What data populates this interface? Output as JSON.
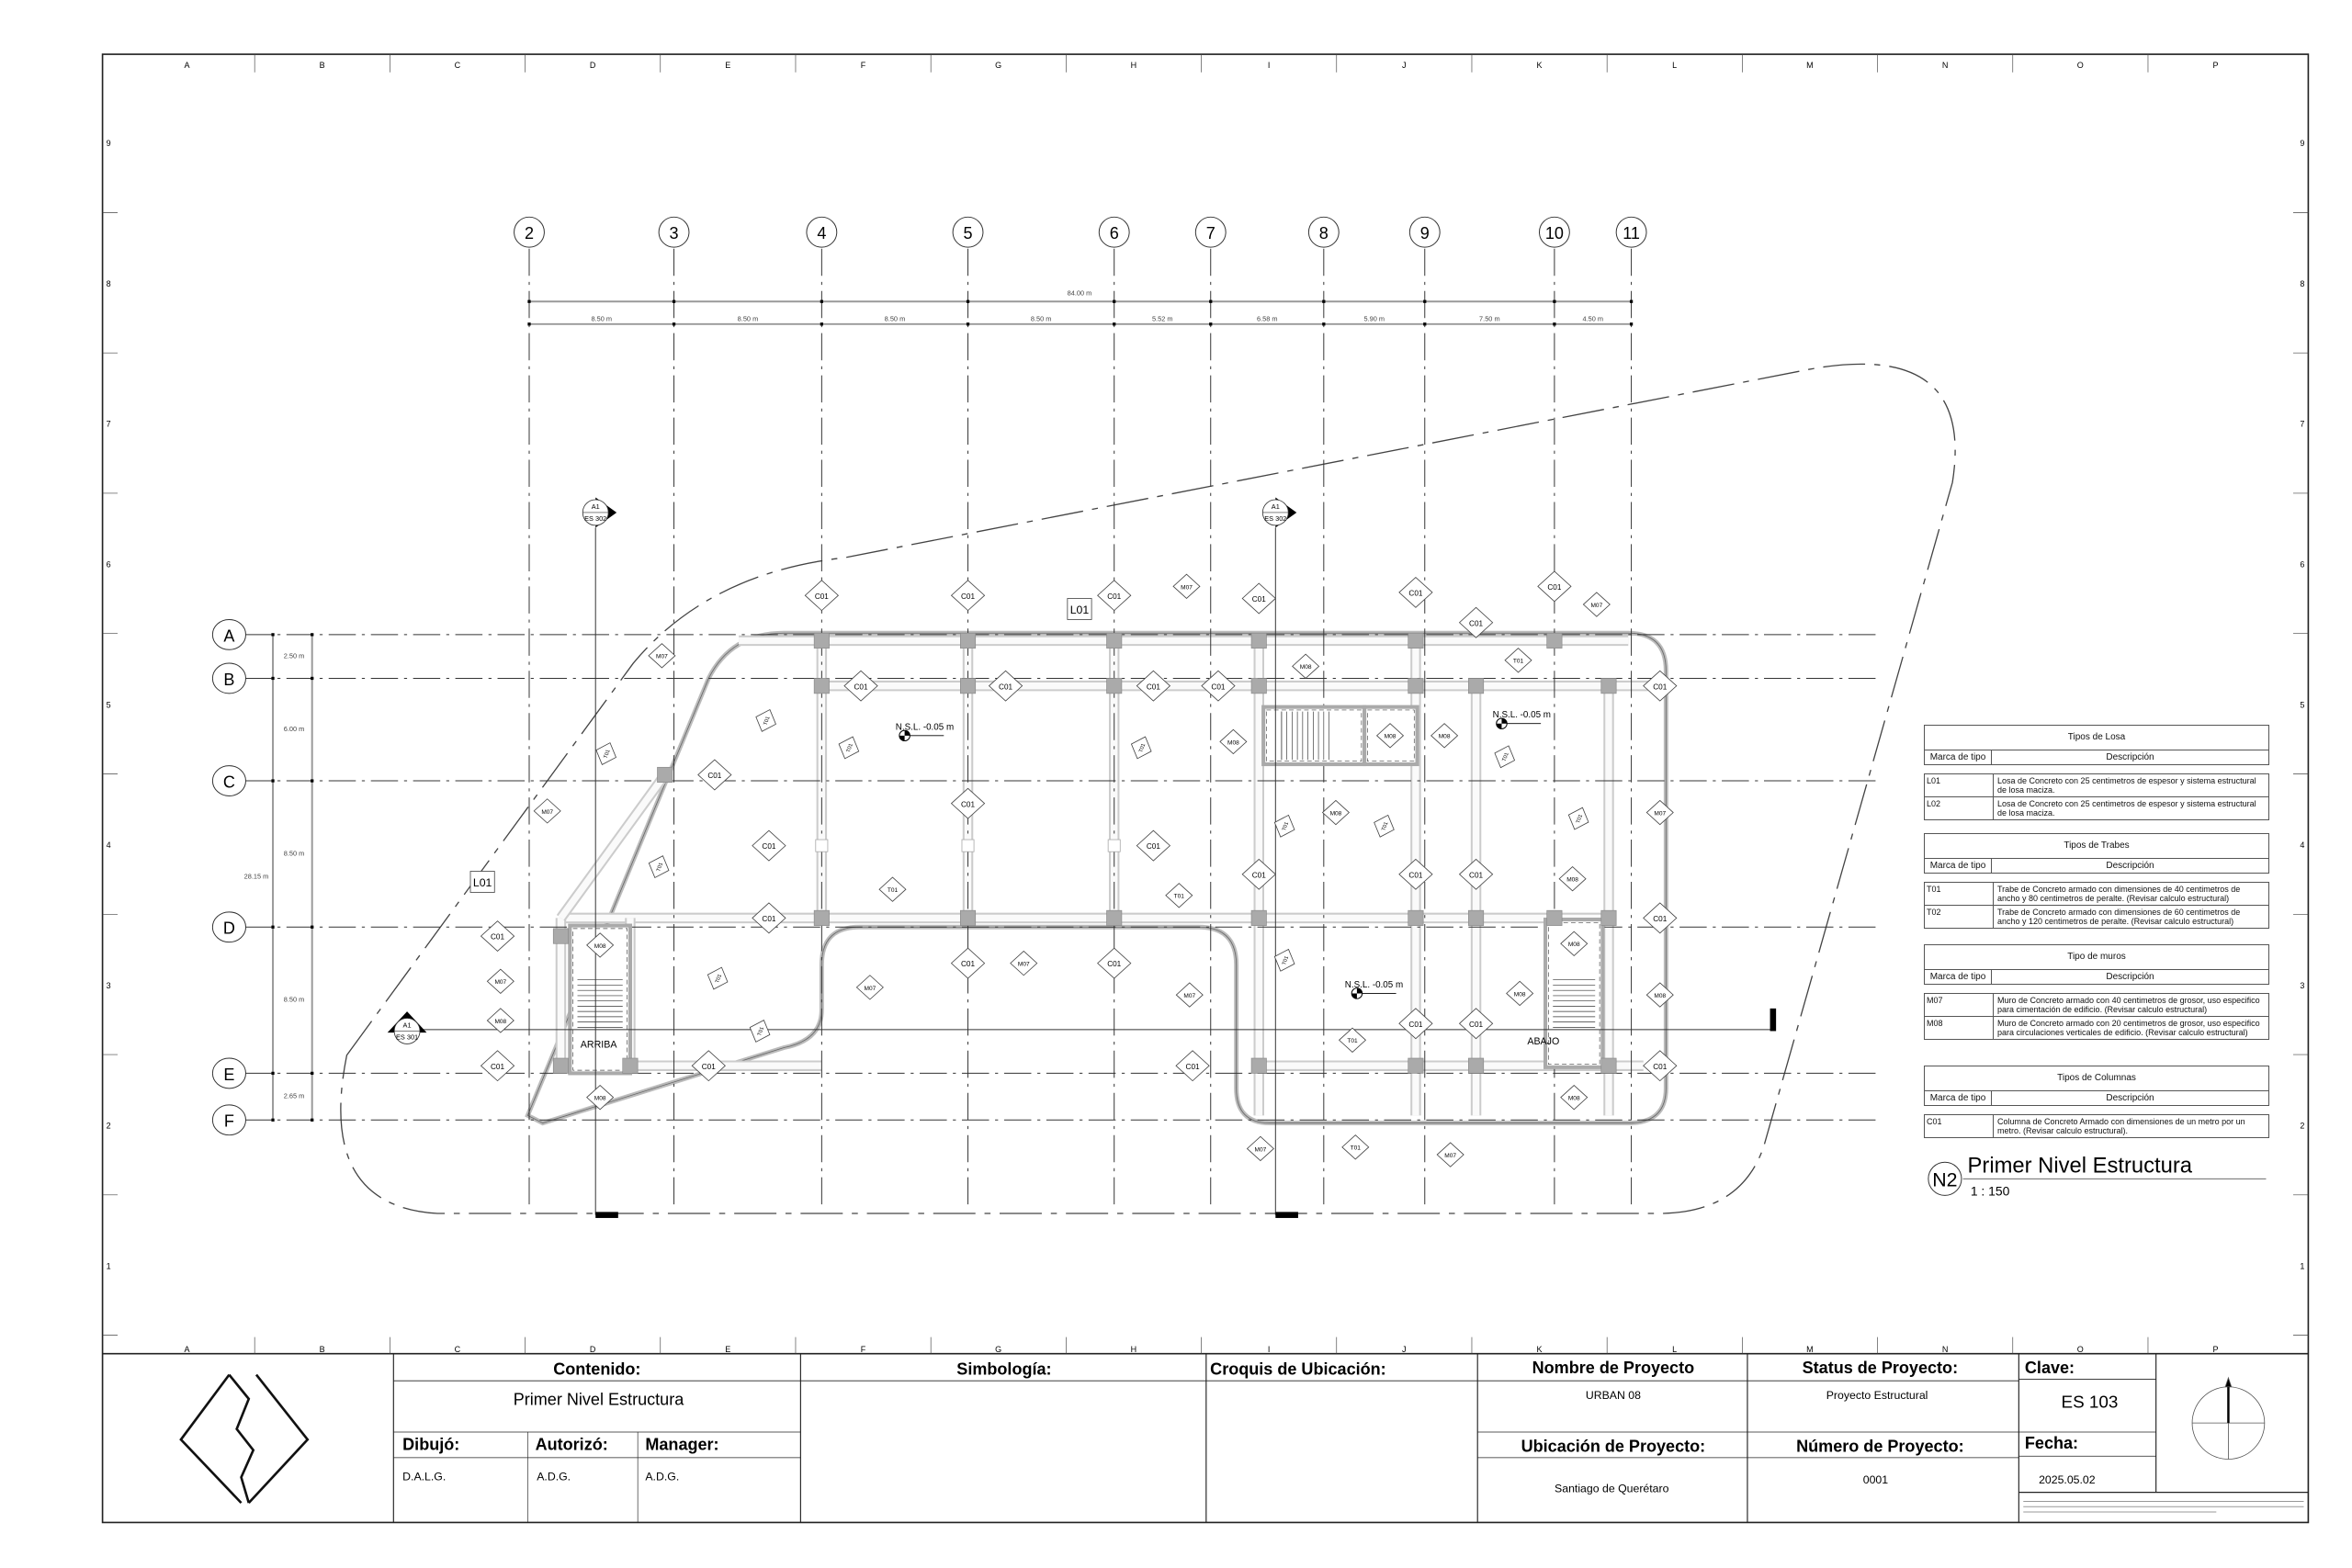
{
  "sheet": {
    "column_letters": [
      "A",
      "B",
      "C",
      "D",
      "E",
      "F",
      "G",
      "H",
      "I",
      "J",
      "K",
      "L",
      "M",
      "N",
      "O",
      "P"
    ],
    "row_numbers": [
      "9",
      "8",
      "7",
      "6",
      "5",
      "4",
      "3",
      "2",
      "1"
    ]
  },
  "grid": {
    "columns": [
      "2",
      "3",
      "4",
      "5",
      "6",
      "7",
      "8",
      "9",
      "10",
      "11"
    ],
    "rows": [
      "A",
      "B",
      "C",
      "D",
      "E",
      "F"
    ],
    "total_width": "84.00 m",
    "column_spacings": [
      "8.50 m",
      "8.50 m",
      "8.50 m",
      "8.50 m",
      "5.52 m",
      "6.58 m",
      "5.90 m",
      "7.50 m",
      "4.50 m"
    ],
    "total_depth": "28.15 m",
    "row_spacings": [
      "2.50 m",
      "6.00 m",
      "8.50 m",
      "8.50 m",
      "2.65 m"
    ]
  },
  "plan": {
    "tags": {
      "column": "C01",
      "wall_foundation": "M07",
      "wall_core": "M08",
      "beam": "T01",
      "slab": "L01"
    },
    "level_label": "N.S.L. -0.05 m",
    "stair_up": "ARRIBA",
    "stair_down": "ABAJO",
    "sections": [
      {
        "id": "A1",
        "sheet": "ES 302"
      },
      {
        "id": "A1",
        "sheet": "ES 302"
      },
      {
        "id": "A1",
        "sheet": "ES 301"
      }
    ]
  },
  "legend": [
    {
      "title": "Tipos de Losa",
      "col_mark": "Marca de tipo",
      "col_desc": "Descripción",
      "rows": [
        {
          "mark": "L01",
          "desc": "Losa de Concreto con 25 centimetros de espesor y sistema estructural de losa maciza."
        },
        {
          "mark": "L02",
          "desc": "Losa de Concreto con 25 centimetros de espesor y sistema estructural de losa maciza."
        }
      ]
    },
    {
      "title": "Tipos de Trabes",
      "col_mark": "Marca de tipo",
      "col_desc": "Descripción",
      "rows": [
        {
          "mark": "T01",
          "desc": "Trabe de Concreto armado con dimensiones de 40 centimetros de ancho y 80 centimetros de peralte. (Revisar calculo estructural)"
        },
        {
          "mark": "T02",
          "desc": "Trabe de Concreto armado con dimensiones de 60 centimetros de ancho y 120 centimetros de peralte. (Revisar calculo estructural)"
        }
      ]
    },
    {
      "title": "Tipo de muros",
      "col_mark": "Marca de tipo",
      "col_desc": "Descripción",
      "rows": [
        {
          "mark": "M07",
          "desc": "Muro de Concreto armado con 40 centimetros de grosor, uso especifico para cimentación de edificio. (Revisar calculo estructural)"
        },
        {
          "mark": "M08",
          "desc": "Muro de Concreto armado con 20 centimetros de grosor, uso especifico para circulaciones verticales de edificio. (Revisar calculo estructural)"
        }
      ]
    },
    {
      "title": "Tipos de Columnas",
      "col_mark": "Marca de tipo",
      "col_desc": "Descripción",
      "rows": [
        {
          "mark": "C01",
          "desc": "Columna de Concreto Armado con dimensiones de un metro por un metro. (Revisar calculo estructural)."
        }
      ]
    }
  ],
  "view": {
    "number": "N2",
    "title": "Primer Nivel Estructura",
    "scale": "1 : 150"
  },
  "title_block": {
    "contenido_label": "Contenido:",
    "contenido_value": "Primer Nivel Estructura",
    "dibujo_label": "Dibujó:",
    "dibujo_value": "D.A.L.G.",
    "autorizo_label": "Autorizó:",
    "autorizo_value": "A.D.G.",
    "manager_label": "Manager:",
    "manager_value": "A.D.G.",
    "simbologia_label": "Simbología:",
    "croquis_label": "Croquis de Ubicación:",
    "nombre_label": "Nombre de Proyecto",
    "nombre_value": "URBAN 08",
    "ubicacion_label": "Ubicación de Proyecto:",
    "ubicacion_value": "Santiago de Querétaro",
    "status_label": "Status de Proyecto:",
    "status_value": "Proyecto Estructural",
    "numero_label": "Número de Proyecto:",
    "numero_value": "0001",
    "clave_label": "Clave:",
    "clave_value": "ES 103",
    "fecha_label": "Fecha:",
    "fecha_value": "2025.05.02"
  }
}
